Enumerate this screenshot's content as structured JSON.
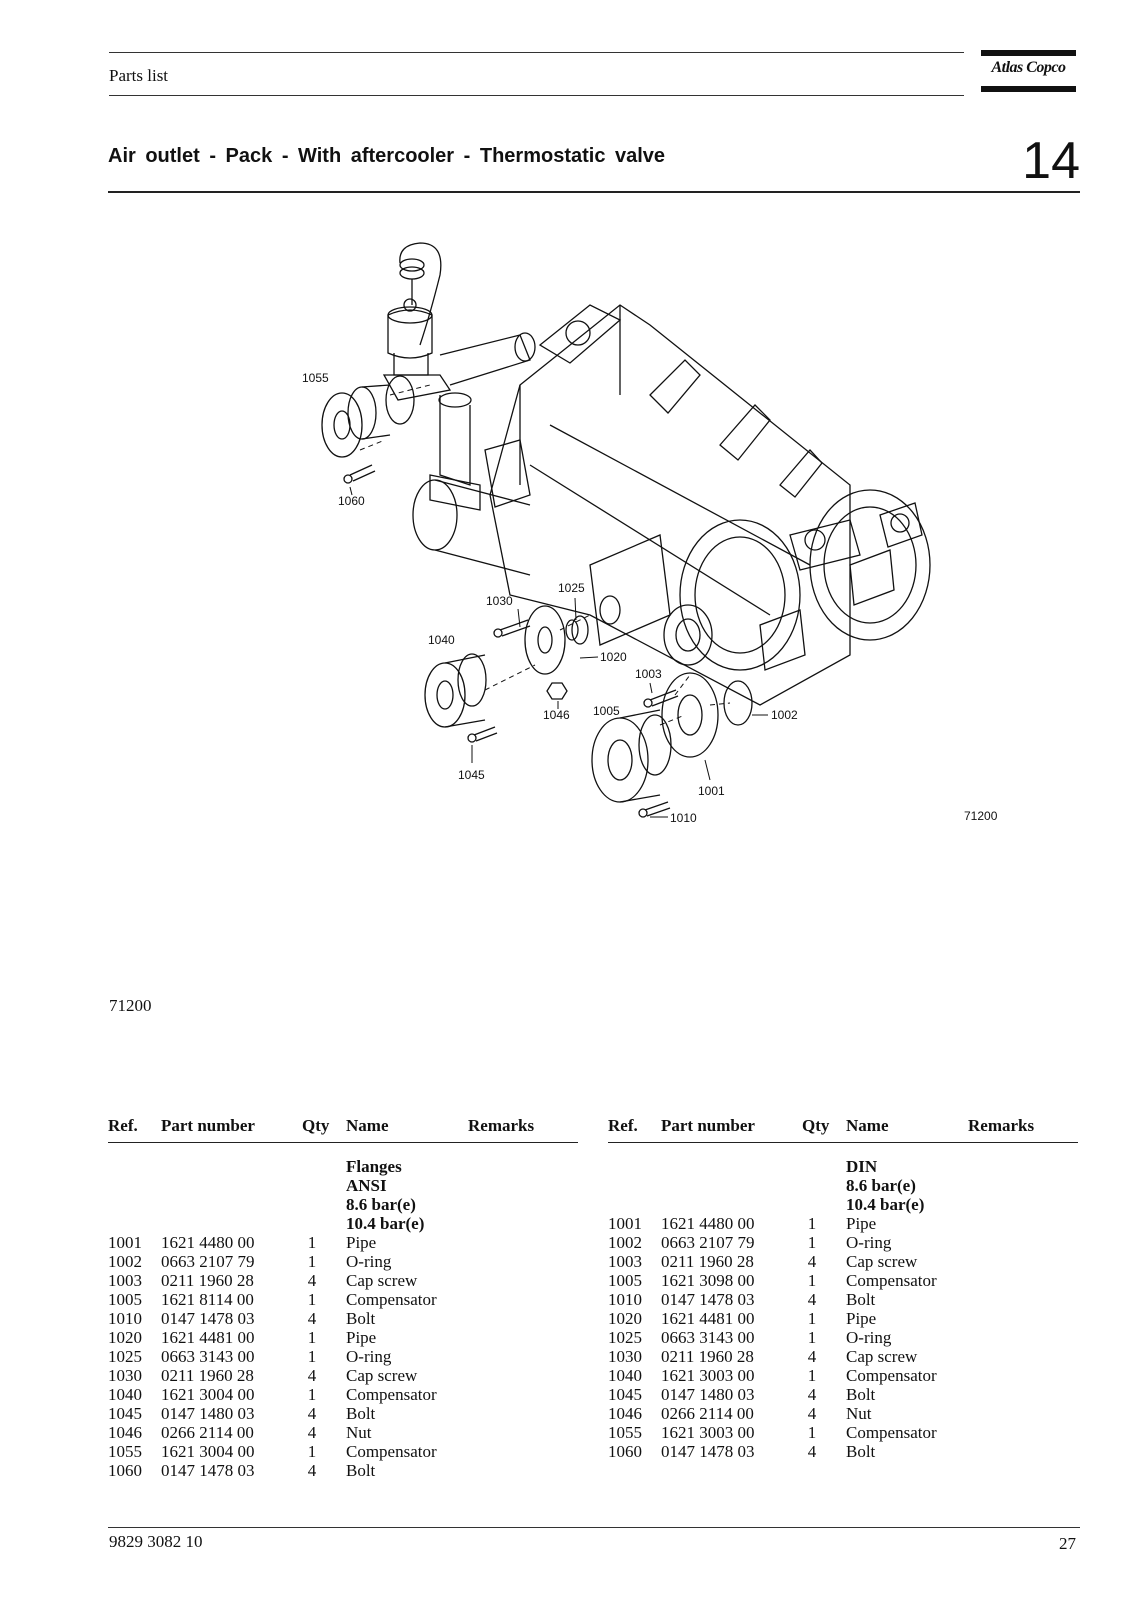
{
  "header": {
    "section_label": "Parts list",
    "brand": "Atlas Copco",
    "title": "Air outlet - Pack - With aftercooler - Thermostatic valve",
    "chapter_number": "14"
  },
  "figure": {
    "drawing_code": "71200",
    "caption_code": "71200",
    "callouts": [
      "1055",
      "1060",
      "1025",
      "1030",
      "1040",
      "1020",
      "1003",
      "1046",
      "1005",
      "1002",
      "1045",
      "1001",
      "1010"
    ]
  },
  "columns": {
    "ref": "Ref.",
    "part_number": "Part number",
    "qty": "Qty",
    "name": "Name",
    "remarks": "Remarks"
  },
  "tables": [
    {
      "conditions": [
        "Flanges",
        "ANSI",
        "8.6 bar(e)",
        "10.4 bar(e)"
      ],
      "rows": [
        {
          "ref": "1001",
          "part_number": "1621 4480 00",
          "qty": "1",
          "name": "Pipe",
          "remarks": ""
        },
        {
          "ref": "1002",
          "part_number": "0663 2107 79",
          "qty": "1",
          "name": "O-ring",
          "remarks": ""
        },
        {
          "ref": "1003",
          "part_number": "0211 1960 28",
          "qty": "4",
          "name": "Cap screw",
          "remarks": ""
        },
        {
          "ref": "1005",
          "part_number": "1621 8114 00",
          "qty": "1",
          "name": "Compensator",
          "remarks": ""
        },
        {
          "ref": "1010",
          "part_number": "0147 1478 03",
          "qty": "4",
          "name": "Bolt",
          "remarks": ""
        },
        {
          "ref": "1020",
          "part_number": "1621 4481 00",
          "qty": "1",
          "name": "Pipe",
          "remarks": ""
        },
        {
          "ref": "1025",
          "part_number": "0663 3143 00",
          "qty": "1",
          "name": "O-ring",
          "remarks": ""
        },
        {
          "ref": "1030",
          "part_number": "0211 1960 28",
          "qty": "4",
          "name": "Cap screw",
          "remarks": ""
        },
        {
          "ref": "1040",
          "part_number": "1621 3004 00",
          "qty": "1",
          "name": "Compensator",
          "remarks": ""
        },
        {
          "ref": "1045",
          "part_number": "0147 1480 03",
          "qty": "4",
          "name": "Bolt",
          "remarks": ""
        },
        {
          "ref": "1046",
          "part_number": "0266 2114 00",
          "qty": "4",
          "name": "Nut",
          "remarks": ""
        },
        {
          "ref": "1055",
          "part_number": "1621 3004 00",
          "qty": "1",
          "name": "Compensator",
          "remarks": ""
        },
        {
          "ref": "1060",
          "part_number": "0147 1478 03",
          "qty": "4",
          "name": "Bolt",
          "remarks": ""
        }
      ]
    },
    {
      "conditions": [
        "DIN",
        "8.6 bar(e)",
        "10.4 bar(e)"
      ],
      "rows": [
        {
          "ref": "1001",
          "part_number": "1621 4480 00",
          "qty": "1",
          "name": "Pipe",
          "remarks": ""
        },
        {
          "ref": "1002",
          "part_number": "0663 2107 79",
          "qty": "1",
          "name": "O-ring",
          "remarks": ""
        },
        {
          "ref": "1003",
          "part_number": "0211 1960 28",
          "qty": "4",
          "name": "Cap screw",
          "remarks": ""
        },
        {
          "ref": "1005",
          "part_number": "1621 3098 00",
          "qty": "1",
          "name": "Compensator",
          "remarks": ""
        },
        {
          "ref": "1010",
          "part_number": "0147 1478 03",
          "qty": "4",
          "name": "Bolt",
          "remarks": ""
        },
        {
          "ref": "1020",
          "part_number": "1621 4481 00",
          "qty": "1",
          "name": "Pipe",
          "remarks": ""
        },
        {
          "ref": "1025",
          "part_number": "0663 3143 00",
          "qty": "1",
          "name": "O-ring",
          "remarks": ""
        },
        {
          "ref": "1030",
          "part_number": "0211 1960 28",
          "qty": "4",
          "name": "Cap screw",
          "remarks": ""
        },
        {
          "ref": "1040",
          "part_number": "1621 3003 00",
          "qty": "1",
          "name": "Compensator",
          "remarks": ""
        },
        {
          "ref": "1045",
          "part_number": "0147 1480 03",
          "qty": "4",
          "name": "Bolt",
          "remarks": ""
        },
        {
          "ref": "1046",
          "part_number": "0266 2114 00",
          "qty": "4",
          "name": "Nut",
          "remarks": ""
        },
        {
          "ref": "1055",
          "part_number": "1621 3003 00",
          "qty": "1",
          "name": "Compensator",
          "remarks": ""
        },
        {
          "ref": "1060",
          "part_number": "0147 1478 03",
          "qty": "4",
          "name": "Bolt",
          "remarks": ""
        }
      ]
    }
  ],
  "footer": {
    "doc_number": "9829 3082 10",
    "page_number": "27"
  }
}
